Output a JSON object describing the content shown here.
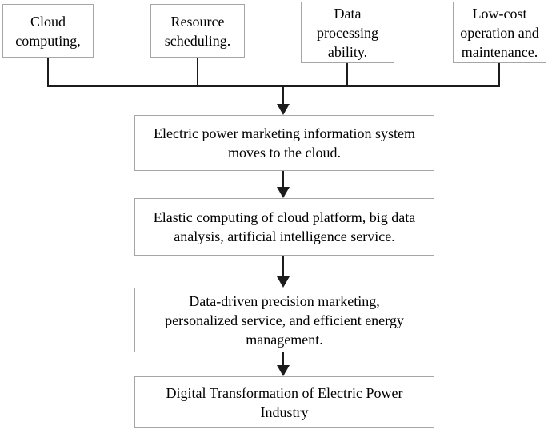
{
  "diagram": {
    "title": "Digital transformation of electric power industry flowchart",
    "top_boxes": [
      {
        "label": "Cloud\ncomputing,"
      },
      {
        "label": "Resource\nscheduling."
      },
      {
        "label": "Data\nprocessing\nability."
      },
      {
        "label": "Low-cost\noperation and\nmaintenance."
      }
    ],
    "flow_boxes": [
      {
        "label": "Electric power marketing information system\nmoves to the cloud."
      },
      {
        "label": "Elastic computing of cloud platform, big data\nanalysis, artificial intelligence service."
      },
      {
        "label": "Data-driven precision marketing,\npersonalized service, and efficient energy\nmanagement."
      },
      {
        "label": "Digital Transformation of Electric Power\nIndustry"
      }
    ],
    "colors": {
      "background": "#ffffff",
      "box_border": "#a6a6a6",
      "connector_line": "#1c1c1c",
      "text": "#000000"
    }
  }
}
